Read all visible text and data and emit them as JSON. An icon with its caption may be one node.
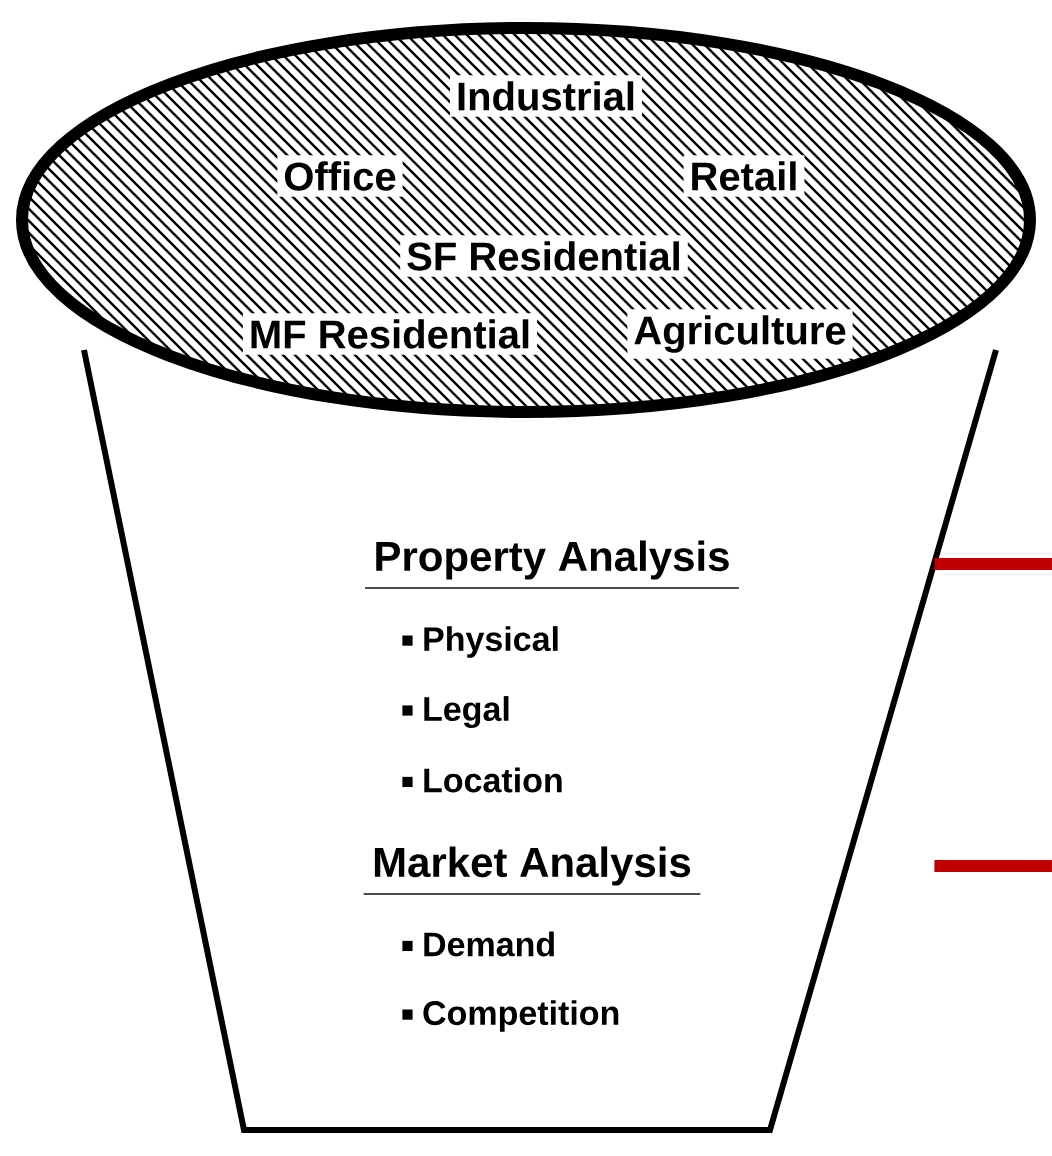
{
  "diagram": {
    "nodes": [
      {
        "text": [
          "Industrial",
          "Office",
          "Retail",
          "SF Residential",
          "MF Residential",
          "Agriculture"
        ]
      },
      {
        "text": [
          "Property Analysis",
          "Physical",
          "Legal",
          "Location",
          "Market Analysis",
          "Demand",
          "Competition"
        ]
      }
    ],
    "edges": [
      {
        "from": 1,
        "to": null,
        "arrow": "none",
        "color": "#c00000"
      },
      {
        "from": 1,
        "to": null,
        "arrow": "none",
        "color": "#c00000"
      }
    ]
  }
}
